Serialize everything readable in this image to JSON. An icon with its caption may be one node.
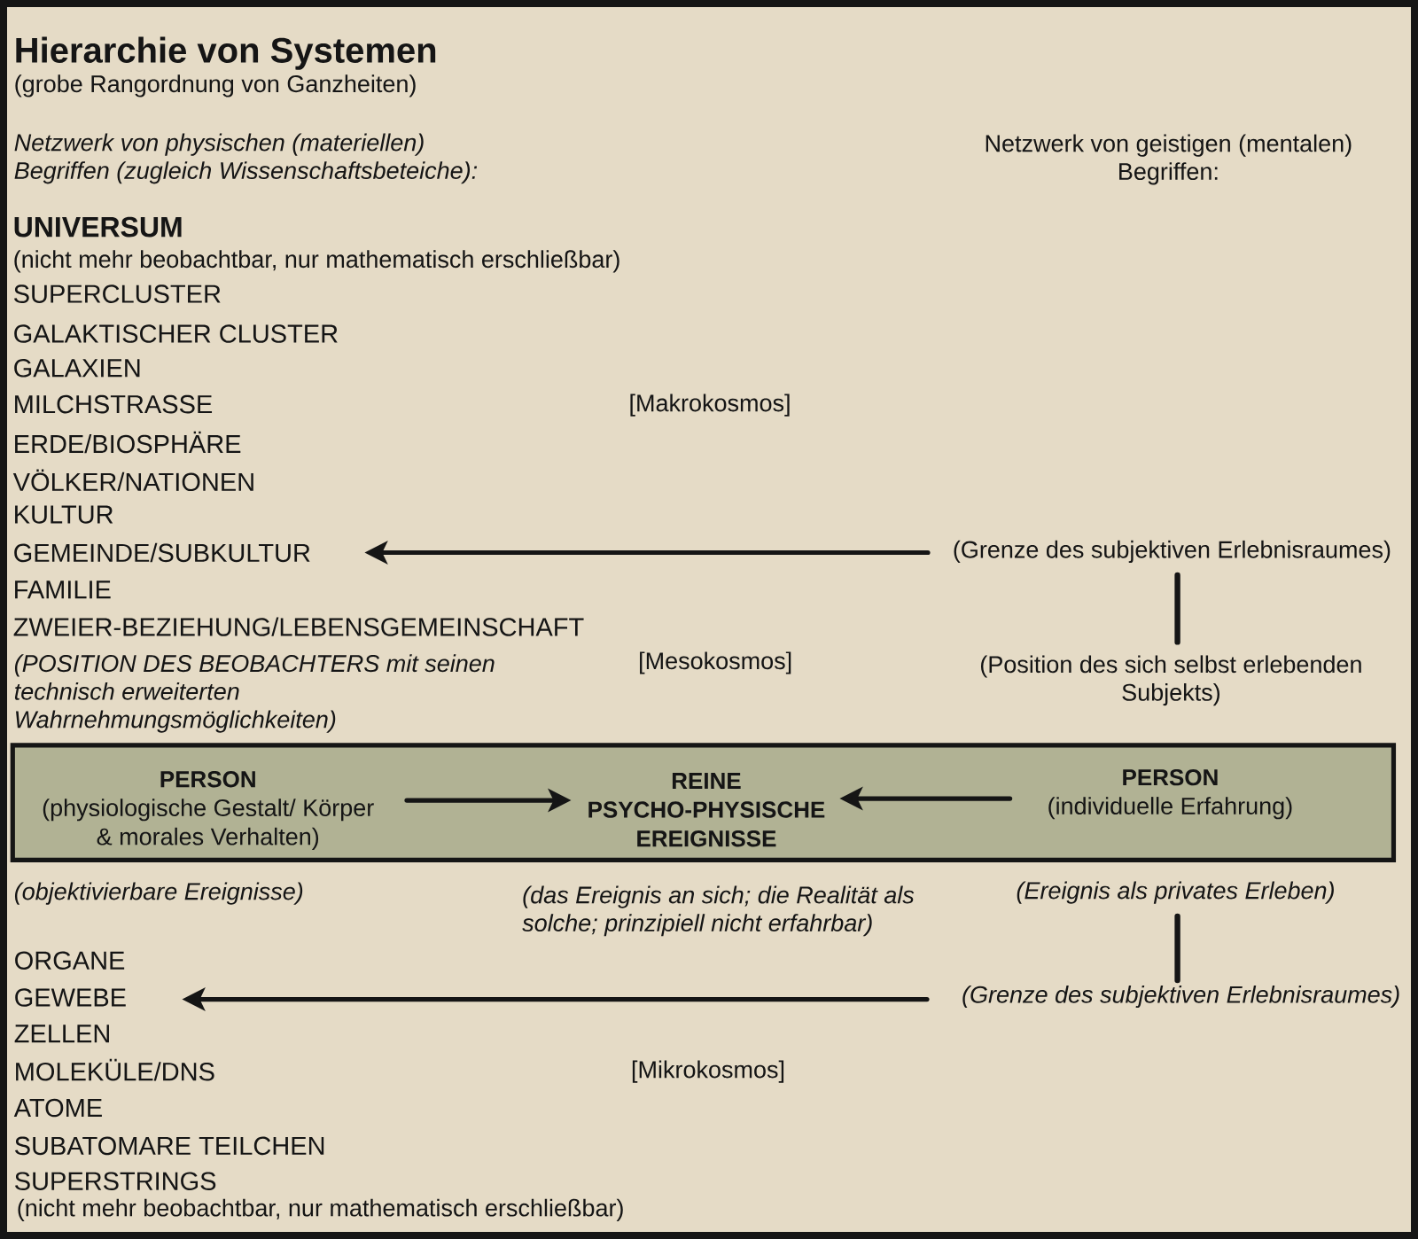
{
  "diagram": {
    "title": "Hierarchie von Systemen",
    "nodes": [
      {
        "text": [
          "GEMEINDE/SUBKULTUR"
        ]
      },
      {
        "text": [
          "(Grenze des subjektiven Erlebnisraumes)"
        ]
      },
      {
        "text": [
          "(Position des sich selbst erlebenden Subjekts)"
        ]
      },
      {
        "text": [],
        "shape": "box"
      },
      {
        "text": [
          "PERSON",
          "(physiologische Gestalt/ Körper & morales Verhalten)"
        ],
        "in": 3
      },
      {
        "text": [
          "REINE PSYCHO-PHYSISCHE EREIGNISSE"
        ],
        "in": 3
      },
      {
        "text": [
          "PERSON",
          "(individuelle Erfahrung)"
        ],
        "in": 3
      },
      {
        "text": [
          "(Ereignis als privates Erleben)"
        ]
      },
      {
        "text": [
          "GEWEBE"
        ]
      },
      {
        "text": [
          "(Grenze des subjektiven Erlebnisraumes)"
        ]
      }
    ],
    "edges": [
      {
        "from": 1,
        "to": 0,
        "arrow": "to"
      },
      {
        "from": 1,
        "to": 2,
        "arrow": "none"
      },
      {
        "from": 4,
        "to": 5,
        "arrow": "to"
      },
      {
        "from": 6,
        "to": 5,
        "arrow": "to"
      },
      {
        "from": 7,
        "to": 9,
        "arrow": "none"
      },
      {
        "from": 9,
        "to": 8,
        "arrow": "to"
      }
    ],
    "labels": [
      "(grobe Rangordnung von Ganzheiten)",
      "Netzwerk von physischen (materiellen) Begriffen (zugleich Wissenschaftsbeteiche):",
      "Netzwerk von geistigen (mentalen) Begriffen:",
      "UNIVERSUM",
      "(nicht mehr beobachtbar, nur mathematisch erschließbar)",
      "SUPERCLUSTER",
      "GALAKTISCHER CLUSTER",
      "GALAXIEN",
      "MILCHSTRASSE",
      "[Makrokosmos]",
      "ERDE/BIOSPHÄRE",
      "VÖLKER/NATIONEN",
      "KULTUR",
      "FAMILIE",
      "ZWEIER-BEZIEHUNG/LEBENSGEMEINSCHAFT",
      "(POSITION DES BEOBACHTERS mit seinen technisch erweiterten Wahrnehmungsmöglichkeiten)",
      "[Mesokosmos]",
      "(objektivierbare Ereignisse)",
      "(das Ereignis an sich; die Realität als solche; prinzipiell nicht erfahrbar)",
      "ORGANE",
      "ZELLEN",
      "MOLEKÜLE/DNS",
      "[Mikrokosmos]",
      "ATOME",
      "SUBATOMARE TEILCHEN",
      "SUPERSTRINGS",
      "(nicht mehr beobachtbar, nur mathematisch erschließbar)"
    ]
  }
}
